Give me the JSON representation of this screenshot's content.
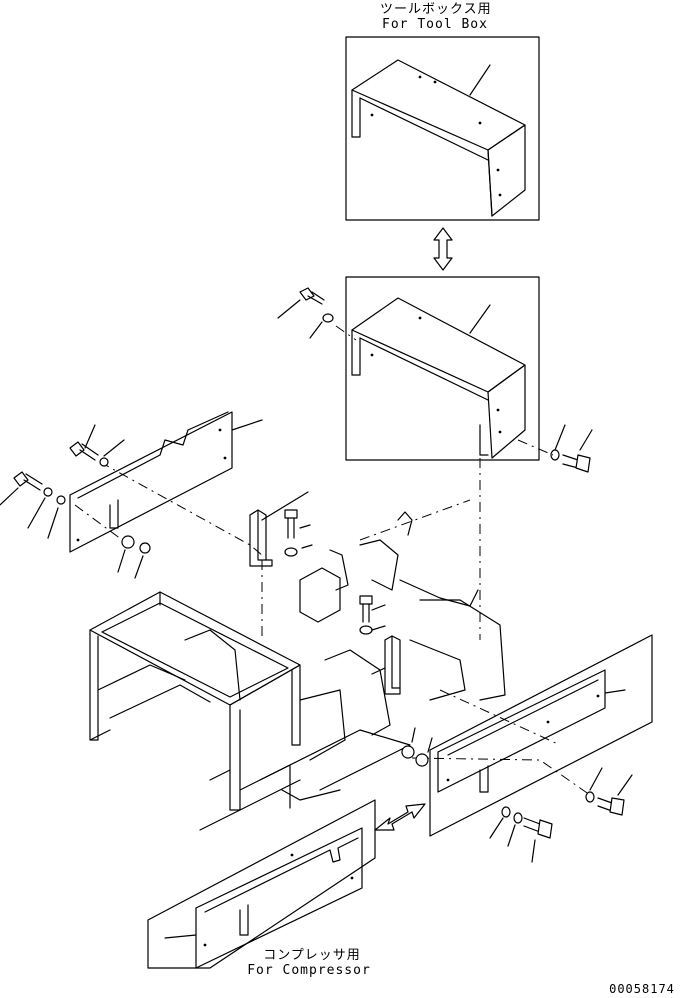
{
  "labels": {
    "toolbox_jp": "ツールボックス用",
    "toolbox_en": "For Tool Box",
    "compressor_jp": "コンプレッサ用",
    "compressor_en": "For Compressor",
    "drawing_number": "00058174"
  },
  "colors": {
    "ink": "#000000",
    "paper": "#ffffff"
  },
  "icons": [
    "double-arrow-vertical-icon",
    "double-arrow-diagonal-icon"
  ]
}
